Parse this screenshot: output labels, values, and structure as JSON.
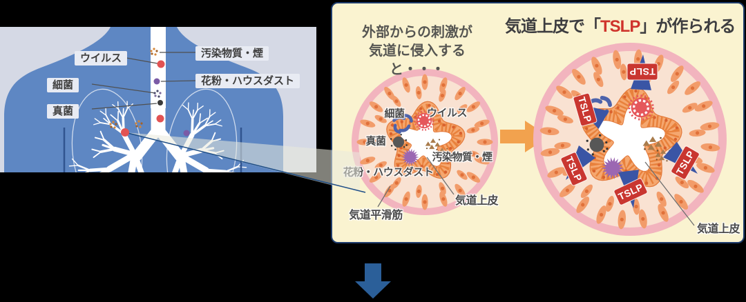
{
  "left_panel": {
    "labels": {
      "virus": "ウイルス",
      "bacteria": "細菌",
      "fungus": "真菌",
      "pollutants": "汚染物質・煙",
      "pollen": "花粉・ハウスダスト"
    }
  },
  "right_panel": {
    "intro": {
      "line1": "外部からの刺激が",
      "line2": "気道に侵入すると・・・"
    },
    "title": {
      "prefix": "気道上皮で「",
      "highlight": "TSLP",
      "suffix": "」が作られる"
    },
    "small_airway": {
      "labels": {
        "bacteria": "細菌",
        "virus": "ウイルス",
        "fungus": "真菌",
        "pollutants": "汚染物質・煙",
        "pollen": "花粉・ハウスダスト",
        "epithelium": "気道上皮",
        "smooth_muscle": "気道平滑筋"
      }
    },
    "large_airway": {
      "tslp_label": "TSLP",
      "epithelium_label": "気道上皮"
    }
  },
  "colors": {
    "background": "#000000",
    "panel_bg": "#faf3d0",
    "panel_border": "#1e3c6d",
    "lung_bg": "#d5d9e5",
    "body_blue": "#5e87c3",
    "ring_pink": "#f2b4be",
    "wall_peach": "#f9e2d2",
    "muscle_cell": "#f29c6a",
    "muscle_cell_dot": "#e0713a",
    "epithelium_orange": "#f5a76f",
    "epithelium_stripe": "#e8813c",
    "epithelium_dot": "#d9612e",
    "virus_red": "#e5575c",
    "bacteria_blue": "#4d63ab",
    "fungus_gray": "#575757",
    "pollen_purple": "#9b67b2",
    "pollutant_brown": "#a97c4c",
    "tslp_tag_red": "#c93630",
    "tslp_beam_blue": "#3a55a5",
    "title_tslp_red": "#cf342c",
    "arrow_orange": "#f2a24e",
    "down_arrow_blue": "#2b5f99",
    "label_line_gray": "#6f6f6f"
  }
}
